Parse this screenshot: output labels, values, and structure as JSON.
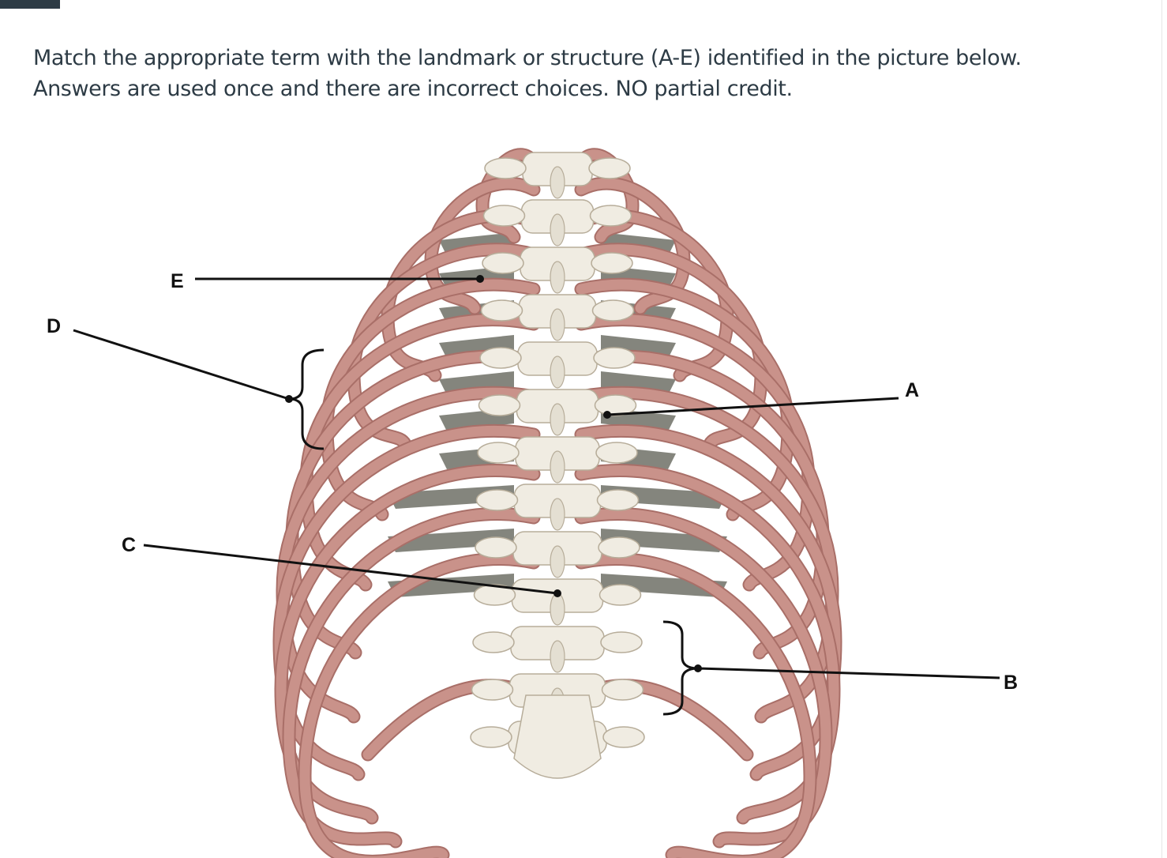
{
  "question": {
    "line1": "Match the appropriate term with the landmark or structure (A-E) identified in the picture below.",
    "line2": "Answers are used once and there are incorrect choices. NO partial credit."
  },
  "figure": {
    "labels": {
      "a": "A",
      "b": "B",
      "c": "C",
      "d": "D",
      "e": "E"
    }
  },
  "colors": {
    "rib": "#c9928a",
    "rib_shadow": "#a96f68",
    "vertebra": "#f0ece2",
    "vertebra_outline": "#b7ad9a",
    "intercostal": "#6f7066",
    "text": "#2d3b45"
  }
}
